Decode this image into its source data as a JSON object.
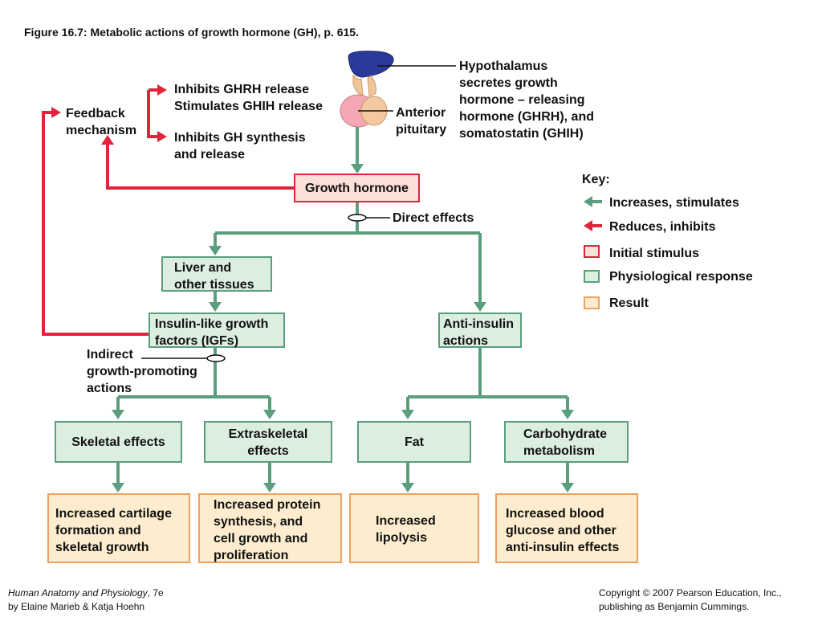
{
  "figure_title": "Figure 16.7:  Metabolic actions of growth hormone (GH), p. 615.",
  "labels": {
    "hypothalamus": "Hypothalamus\nsecretes growth\nhormone – releasing\nhormone (GHRH), and\nsomatostatin (GHIH)",
    "anterior_pituitary": "Anterior\npituitary",
    "inhibits_ghrh": "Inhibits GHRH release\nStimulates GHIH release",
    "inhibits_gh": "Inhibits GH synthesis\nand release",
    "feedback": "Feedback\nmechanism",
    "direct_effects": "Direct effects",
    "indirect": "Indirect\ngrowth-promoting\nactions"
  },
  "boxes": {
    "growth_hormone": "Growth hormone",
    "liver": "Liver and\nother tissues",
    "igfs": "Insulin-like growth\nfactors (IGFs)",
    "anti_insulin": "Anti-insulin\nactions",
    "skeletal": "Skeletal effects",
    "extraskeletal": "Extraskeletal\neffects",
    "fat": "Fat",
    "carbohydrate": "Carbohydrate\nmetabolism",
    "cartilage": "Increased cartilage\nformation and\nskeletal growth",
    "protein": "Increased protein\nsynthesis, and\ncell growth and\nproliferation",
    "lipolysis": "Increased\nlipolysis",
    "glucose": "Increased blood\nglucose and other\nanti-insulin effects"
  },
  "key": {
    "title": "Key:",
    "increases": "Increases, stimulates",
    "reduces": "Reduces, inhibits",
    "initial": "Initial stimulus",
    "physiological": "Physiological response",
    "result": "Result"
  },
  "colors": {
    "stimulate": "#5b9e7d",
    "inhibit": "#e0243a",
    "initial_fill": "#fbe0d8",
    "response_fill": "#dbeedf",
    "result_fill": "#fdeccd"
  },
  "footer": {
    "book_title": "Human Anatomy and Physiology",
    "edition": ", 7e",
    "authors": "by Elaine Marieb & Katja Hoehn",
    "copyright": "Copyright © 2007 Pearson Education, Inc.,\npublishing as Benjamin Cummings."
  }
}
